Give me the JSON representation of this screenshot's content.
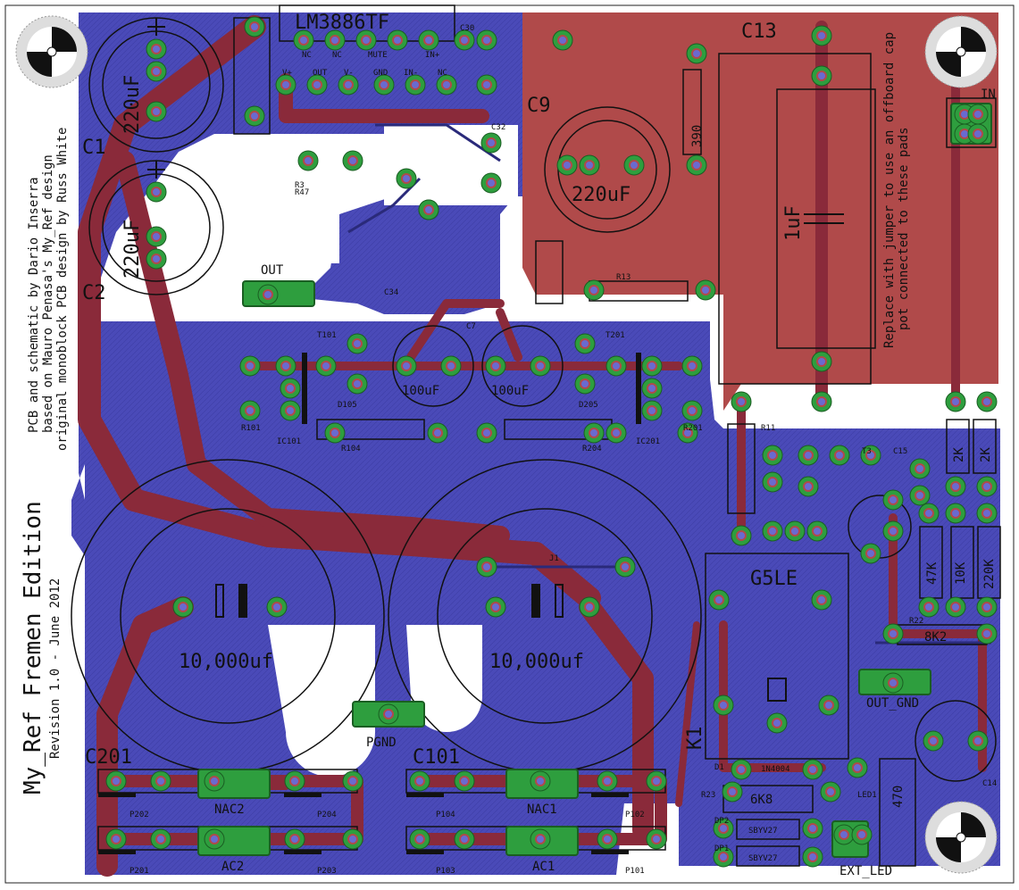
{
  "labels": {
    "u1": "LM3886TF",
    "c13": "C13",
    "c1": "C1",
    "c2": "C2",
    "c9": "C9",
    "c1_value": "220uF",
    "c2_value": "220uF",
    "c9_value": "220uF",
    "c13_value": "1uF",
    "c101_value": "10,000uf",
    "c201_value": "10,000uf",
    "c102_value": "100uF",
    "c202_value": "100uF",
    "r14_value": "390",
    "g5le": "G5LE",
    "k1": "K1",
    "r22_value": "8K2",
    "r23_value": "6K8",
    "r24_value": "470",
    "r20_value": "47K",
    "r19_value": "10K",
    "r21_value": "220K",
    "r15_value": "2K",
    "r16_value": "2K",
    "out": "OUT",
    "pgnd": "PGND",
    "out_gnd": "OUT_GND",
    "in": "IN",
    "ext_led": "EXT_LED",
    "c201": "C201",
    "c101": "C101",
    "nac2": "NAC2",
    "ac2": "AC2",
    "nac1": "NAC1",
    "ac1": "AC1",
    "pin_vplus": "V+",
    "pin_out": "OUT",
    "pin_vminus": "V-",
    "pin_gnd": "GND",
    "pin_in_minus": "IN-",
    "pin_nc": "NC",
    "pin_mute": "MUTE",
    "pin_in_plus": "IN+",
    "c30": "C30",
    "c32": "C32",
    "r13": "R13",
    "r11": "R11",
    "t101": "T101",
    "t201": "T201",
    "d105": "D105",
    "d205": "D205",
    "r101": "R101",
    "r201": "R201",
    "r104": "R104",
    "r204": "R204",
    "ic101": "IC101",
    "ic201": "IC201",
    "c7": "C7",
    "c15": "C15",
    "c14": "C14",
    "t3": "T3",
    "d1": "D1",
    "d1_part": "1N4004",
    "r23": "R23",
    "r22": "R22",
    "dp2": "DP2",
    "dp1": "DP1",
    "sby": "SBYV27",
    "led1": "LED1",
    "p202": "P202",
    "p204": "P204",
    "p201": "P201",
    "p203": "P203",
    "p104": "P104",
    "p102": "P102",
    "p103": "P103",
    "p101": "P101",
    "j1": "J1",
    "r3": "R3",
    "r3_value": "R47",
    "c34": "C34",
    "note1": "Replace with jumper to use an offboard cap",
    "note2": "pot connected to these pads",
    "credit1": "PCB and schematic by Dario Inserra",
    "credit2": "based on Mauro Penasa's My_Ref design",
    "credit3": "original monoblock PCB design by Russ White",
    "title": "My_Ref Fremen Edition",
    "revision": "Revision 1.0 - June 2012"
  }
}
